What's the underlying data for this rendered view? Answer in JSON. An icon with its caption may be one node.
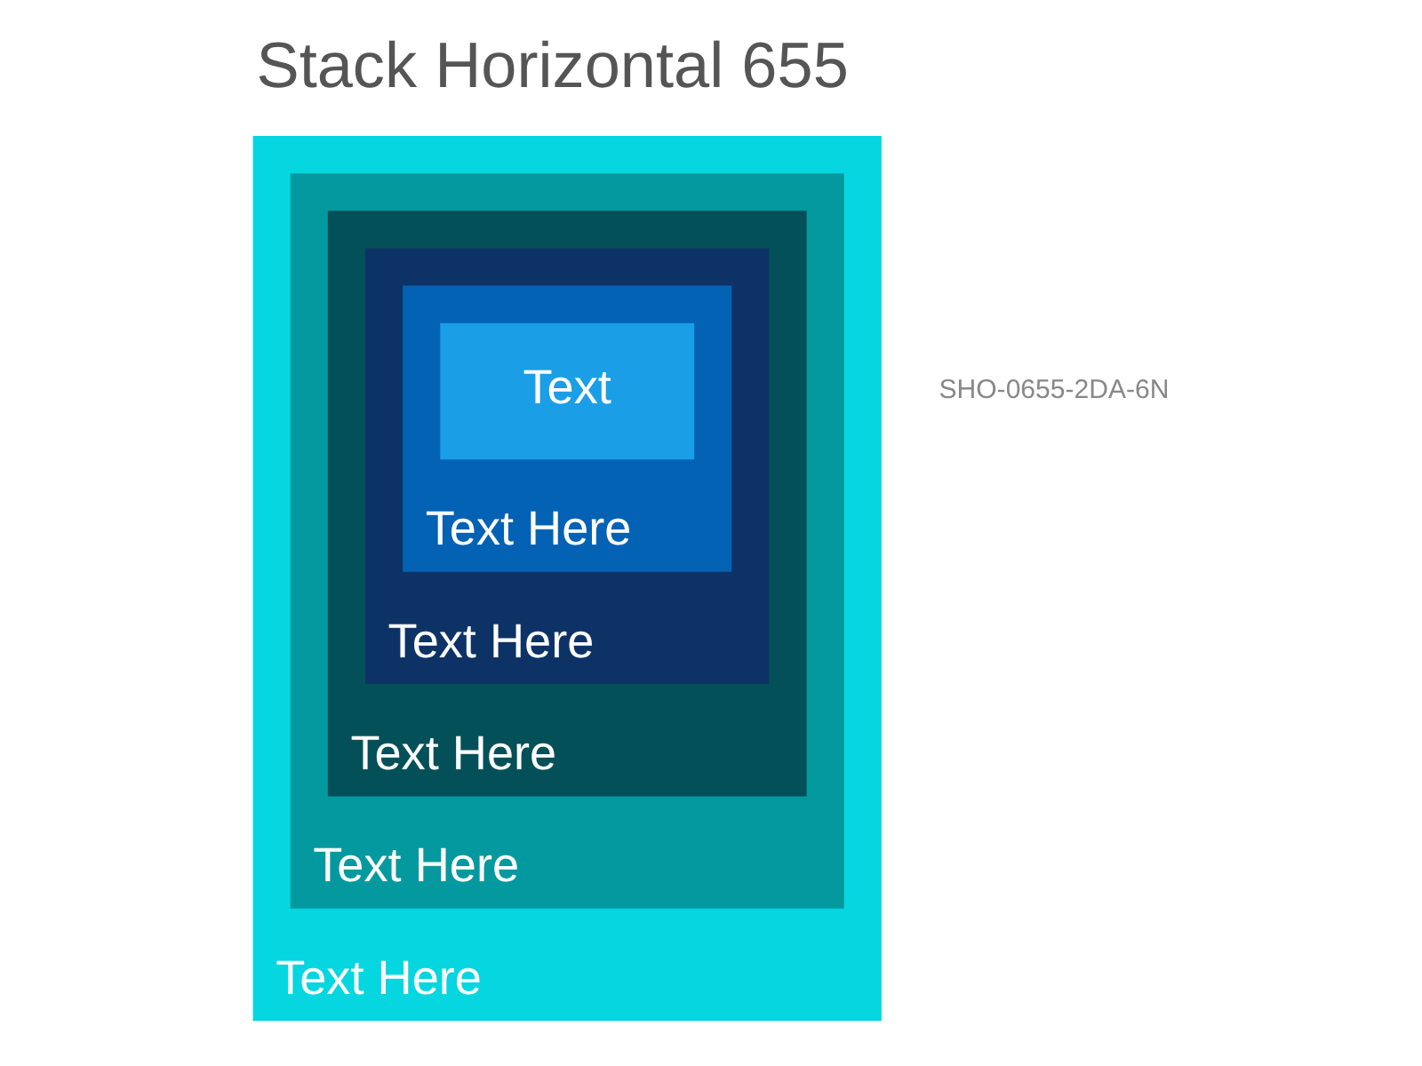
{
  "diagram": {
    "title": "Stack Horizontal 655",
    "nodes": [
      {
        "text": [
          "Text Here"
        ]
      },
      {
        "text": [
          "Text Here"
        ],
        "in": 0
      },
      {
        "text": [
          "Text Here"
        ],
        "in": 1
      },
      {
        "text": [
          "Text Here"
        ],
        "in": 2
      },
      {
        "text": [
          "Text Here"
        ],
        "in": 3
      },
      {
        "text": [
          "Text"
        ],
        "in": 4
      }
    ],
    "edges": [],
    "labels": [
      "SHO-0655-2DA-6N"
    ]
  }
}
